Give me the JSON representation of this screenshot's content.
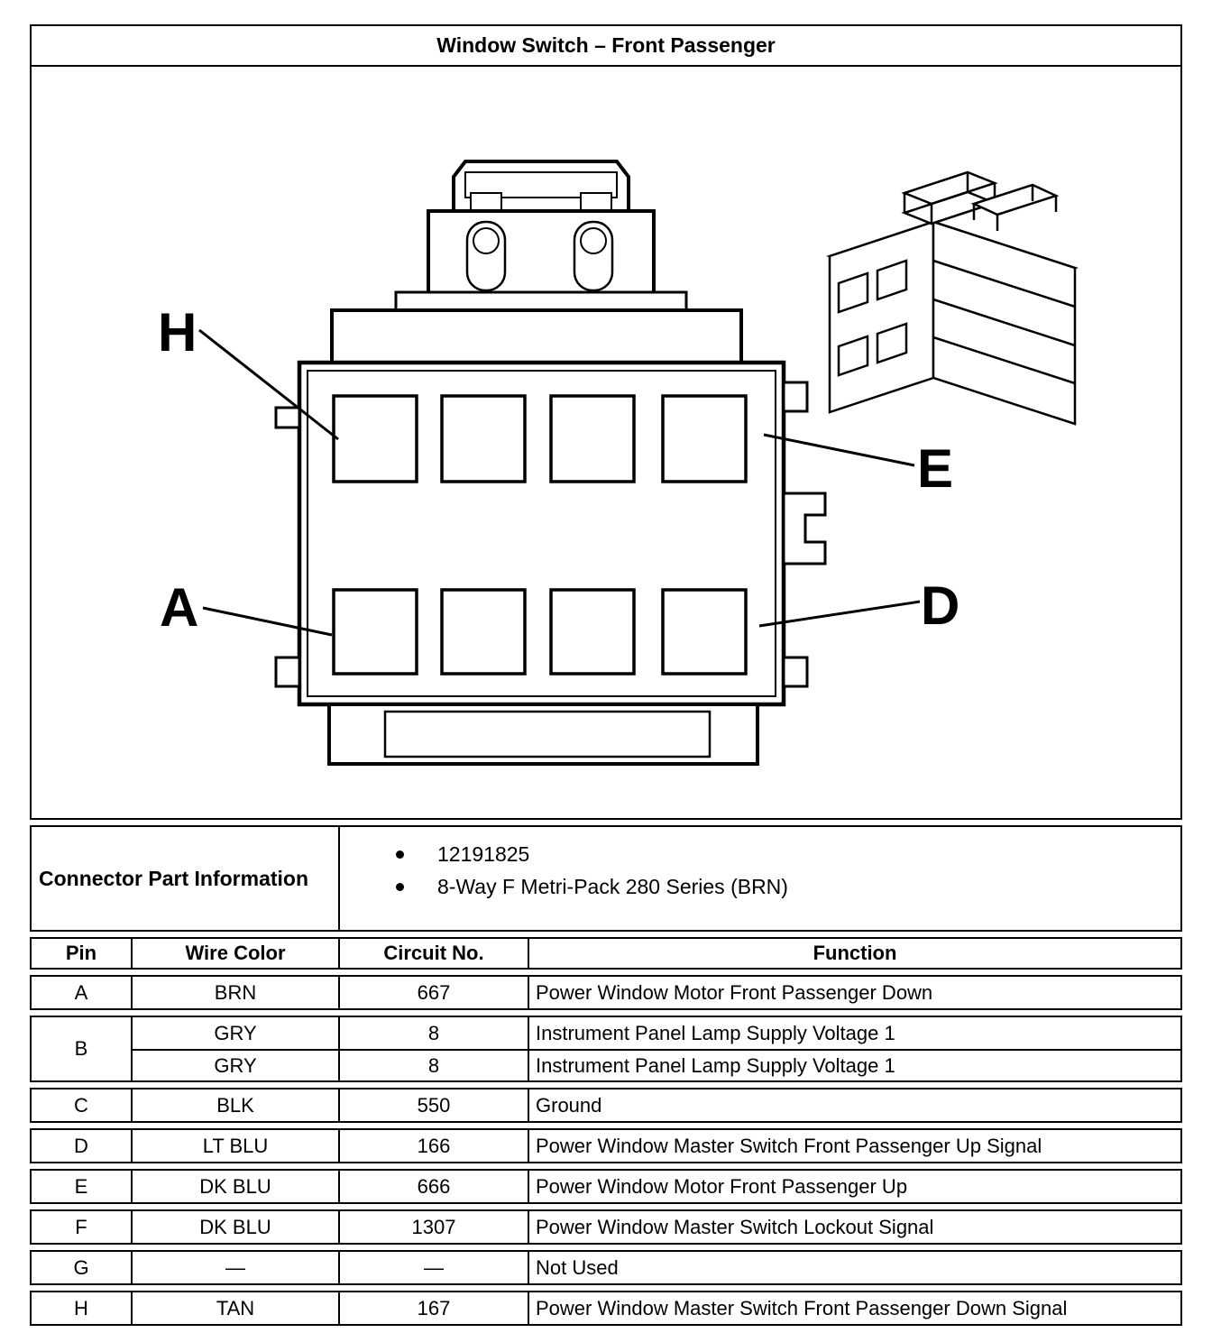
{
  "title": "Window Switch – Front Passenger",
  "connector_part_information": {
    "label": "Connector Part Information",
    "items": [
      "12191825",
      "8-Way F Metri-Pack 280 Series (BRN)"
    ]
  },
  "diagram": {
    "pin_labels": {
      "upper_left": "H",
      "lower_left": "A",
      "upper_right": "E",
      "lower_right": "D"
    }
  },
  "pin_table": {
    "headers": [
      "Pin",
      "Wire Color",
      "Circuit No.",
      "Function"
    ],
    "rows": [
      {
        "pin": "A",
        "entries": [
          {
            "wire_color": "BRN",
            "circuit_no": "667",
            "function": "Power Window Motor Front Passenger Down"
          }
        ]
      },
      {
        "pin": "B",
        "entries": [
          {
            "wire_color": "GRY",
            "circuit_no": "8",
            "function": "Instrument Panel Lamp Supply Voltage 1"
          },
          {
            "wire_color": "GRY",
            "circuit_no": "8",
            "function": "Instrument Panel Lamp Supply Voltage 1"
          }
        ]
      },
      {
        "pin": "C",
        "entries": [
          {
            "wire_color": "BLK",
            "circuit_no": "550",
            "function": "Ground"
          }
        ]
      },
      {
        "pin": "D",
        "entries": [
          {
            "wire_color": "LT BLU",
            "circuit_no": "166",
            "function": "Power Window Master Switch Front Passenger Up Signal"
          }
        ]
      },
      {
        "pin": "E",
        "entries": [
          {
            "wire_color": "DK BLU",
            "circuit_no": "666",
            "function": "Power Window Motor Front Passenger Up"
          }
        ]
      },
      {
        "pin": "F",
        "entries": [
          {
            "wire_color": "DK BLU",
            "circuit_no": "1307",
            "function": "Power Window Master Switch Lockout Signal"
          }
        ]
      },
      {
        "pin": "G",
        "entries": [
          {
            "wire_color": "—",
            "circuit_no": "—",
            "function": "Not Used"
          }
        ]
      },
      {
        "pin": "H",
        "entries": [
          {
            "wire_color": "TAN",
            "circuit_no": "167",
            "function": "Power Window Master Switch Front Passenger Down Signal"
          }
        ]
      }
    ]
  }
}
